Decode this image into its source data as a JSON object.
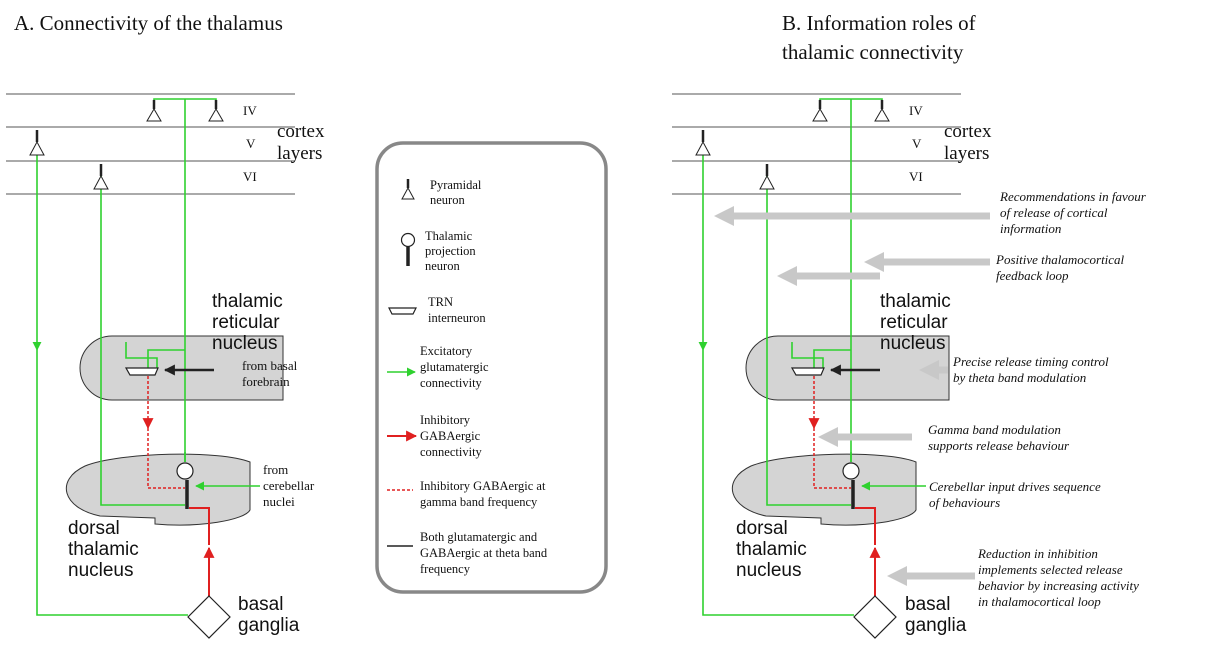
{
  "panel_a": {
    "title": "A. Connectivity of the thalamus",
    "layer_iv": "IV",
    "layer_v": "V",
    "layer_vi": "VI",
    "cortex_line1": "cortex",
    "cortex_line2": "layers",
    "trn_line1": "thalamic",
    "trn_line2": "reticular",
    "trn_line3": "nucleus",
    "basal_forebrain_line1": "from basal",
    "basal_forebrain_line2": "forebrain",
    "cerebellar_line1": "from",
    "cerebellar_line2": "cerebellar",
    "cerebellar_line3": "nuclei",
    "dorsal_line1": "dorsal",
    "dorsal_line2": "thalamic",
    "dorsal_line3": "nucleus",
    "basal_line1": "basal",
    "basal_line2": "ganglia"
  },
  "legend": {
    "pyramidal": [
      "Pyramidal",
      "neuron"
    ],
    "projection": [
      "Thalamic",
      "projection",
      "neuron"
    ],
    "trn": [
      "TRN",
      "interneuron"
    ],
    "excitatory": [
      "Excitatory",
      "glutamatergic",
      "connectivity"
    ],
    "inhibitory": [
      "Inhibitory",
      "GABAergic",
      "connectivity"
    ],
    "gamma": [
      "Inhibitory GABAergic at",
      "gamma band frequency"
    ],
    "both": [
      "Both glutamatergic and",
      "GABAergic at theta band",
      "frequency"
    ]
  },
  "panel_b": {
    "title_line1": "B. Information roles of",
    "title_line2": "thalamic connectivity",
    "layer_iv": "IV",
    "layer_v": "V",
    "layer_vi": "VI",
    "cortex_line1": "cortex",
    "cortex_line2": "layers",
    "trn_line1": "thalamic",
    "trn_line2": "reticular",
    "trn_line3": "nucleus",
    "dorsal_line1": "dorsal",
    "dorsal_line2": "thalamic",
    "dorsal_line3": "nucleus",
    "basal_line1": "basal",
    "basal_line2": "ganglia",
    "note_release": [
      "Recommendations in favour",
      "of release of cortical",
      "information"
    ],
    "note_feedback": [
      "Positive thalamocortical",
      "feedback loop"
    ],
    "note_theta": [
      "Precise release timing control",
      "by theta band modulation"
    ],
    "note_gamma": [
      "Gamma band modulation",
      "supports release behaviour"
    ],
    "note_cerebellar": [
      "Cerebellar input drives sequence",
      "of behaviours"
    ],
    "note_inhibition": [
      "Reduction in inhibition",
      "implements selected release",
      "behavior by increasing activity",
      "in thalamocortical loop"
    ]
  },
  "colors": {
    "excitatory": "#2fd12f",
    "inhibitory": "#e02020",
    "neutral": "#222222",
    "nucleus_fill": "#d4d4d4",
    "annotation_arrow": "#c8c8c8"
  }
}
